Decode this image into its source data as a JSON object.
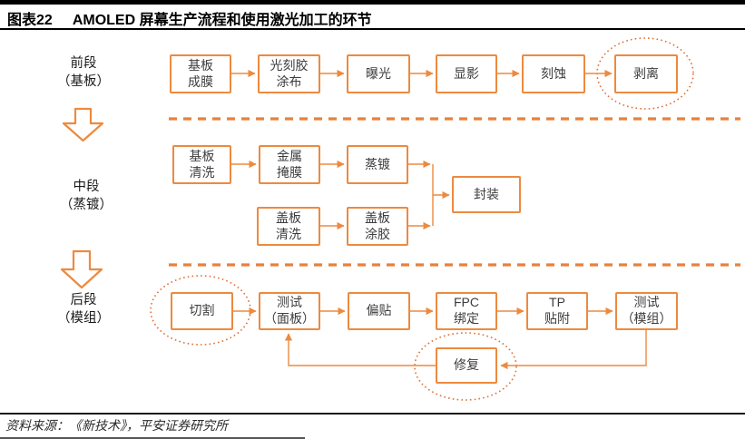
{
  "header": {
    "title_prefix": "图表22",
    "title_text": "AMOLED 屏幕生产流程和使用激光加工的环节"
  },
  "stages": [
    {
      "label": "前段\n（基板）"
    },
    {
      "label": "中段\n（蒸镀）"
    },
    {
      "label": "后段\n（模组）"
    }
  ],
  "flow": {
    "front": {
      "boxes": [
        "基板\n成膜",
        "光刻胶\n涂布",
        "曝光",
        "显影",
        "刻蚀",
        "剥离"
      ]
    },
    "middle": {
      "row1": [
        "基板\n清洗",
        "金属\n掩膜",
        "蒸镀"
      ],
      "row2": [
        "盖板\n清洗",
        "盖板\n涂胶"
      ],
      "merge": "封装"
    },
    "back": {
      "boxes": [
        "切割",
        "测试\n（面板）",
        "偏贴",
        "FPC\n绑定",
        "TP\n贴附",
        "测试\n（模组）"
      ],
      "repair": "修复"
    }
  },
  "footer": {
    "source": "资料来源：《新技术》，平安证券研究所"
  },
  "colors": {
    "accent_orange": "#ED8A3F",
    "dashed_orange": "#E8813C",
    "dotted_ellipse": "#E06F35",
    "title_black": "#000000",
    "box_text": "#3d3d3d"
  }
}
